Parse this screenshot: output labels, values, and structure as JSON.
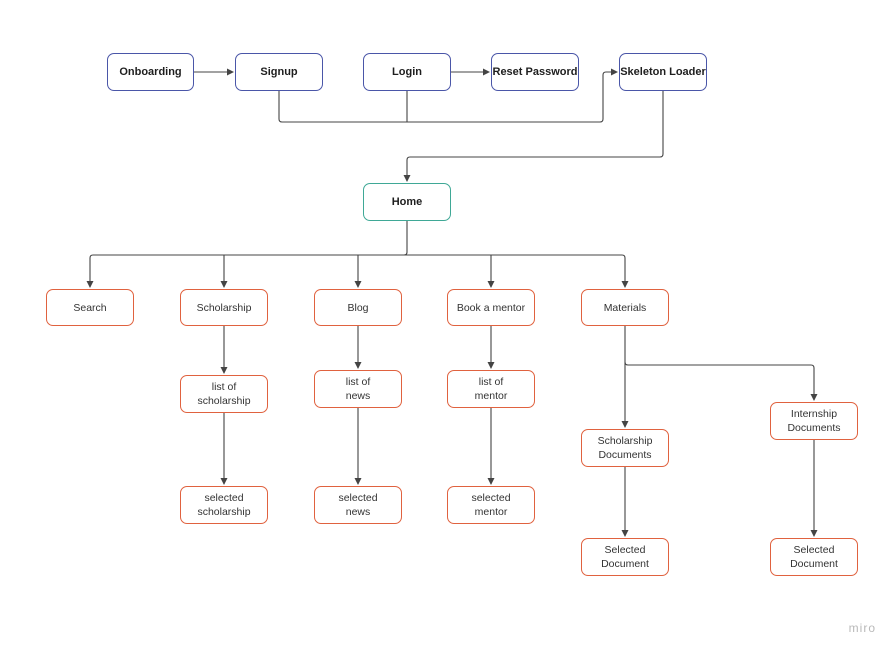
{
  "diagram": {
    "nodes": {
      "onboarding": "Onboarding",
      "signup": "Signup",
      "login": "Login",
      "reset_password": "Reset Password",
      "skeleton_loader": "Skeleton Loader",
      "home": "Home",
      "search": "Search",
      "scholarship": "Scholarship",
      "blog": "Blog",
      "book_mentor": "Book a mentor",
      "materials": "Materials",
      "list_scholarship": "list of\nscholarship",
      "list_news": "list of\nnews",
      "list_mentor": "list of\nmentor",
      "selected_scholarship": "selected\nscholarship",
      "selected_news": "selected\nnews",
      "selected_mentor": "selected\nmentor",
      "scholarship_documents": "Scholarship\nDocuments",
      "internship_documents": "Internship\nDocuments",
      "selected_document_1": "Selected\nDocument",
      "selected_document_2": "Selected\nDocument"
    },
    "edges": [
      [
        "onboarding",
        "signup"
      ],
      [
        "login",
        "reset_password"
      ],
      [
        "signup",
        "skeleton_loader"
      ],
      [
        "login",
        "skeleton_loader"
      ],
      [
        "skeleton_loader",
        "home"
      ],
      [
        "home",
        "search"
      ],
      [
        "home",
        "scholarship"
      ],
      [
        "home",
        "blog"
      ],
      [
        "home",
        "book_mentor"
      ],
      [
        "home",
        "materials"
      ],
      [
        "scholarship",
        "list_scholarship"
      ],
      [
        "list_scholarship",
        "selected_scholarship"
      ],
      [
        "blog",
        "list_news"
      ],
      [
        "list_news",
        "selected_news"
      ],
      [
        "book_mentor",
        "list_mentor"
      ],
      [
        "list_mentor",
        "selected_mentor"
      ],
      [
        "materials",
        "scholarship_documents"
      ],
      [
        "materials",
        "internship_documents"
      ],
      [
        "scholarship_documents",
        "selected_document_1"
      ],
      [
        "internship_documents",
        "selected_document_2"
      ]
    ]
  },
  "watermark": "miro",
  "colors": {
    "auth_border": "#4a56a8",
    "home_border": "#3fa896",
    "feature_border": "#e0623f",
    "connector": "#444444"
  }
}
